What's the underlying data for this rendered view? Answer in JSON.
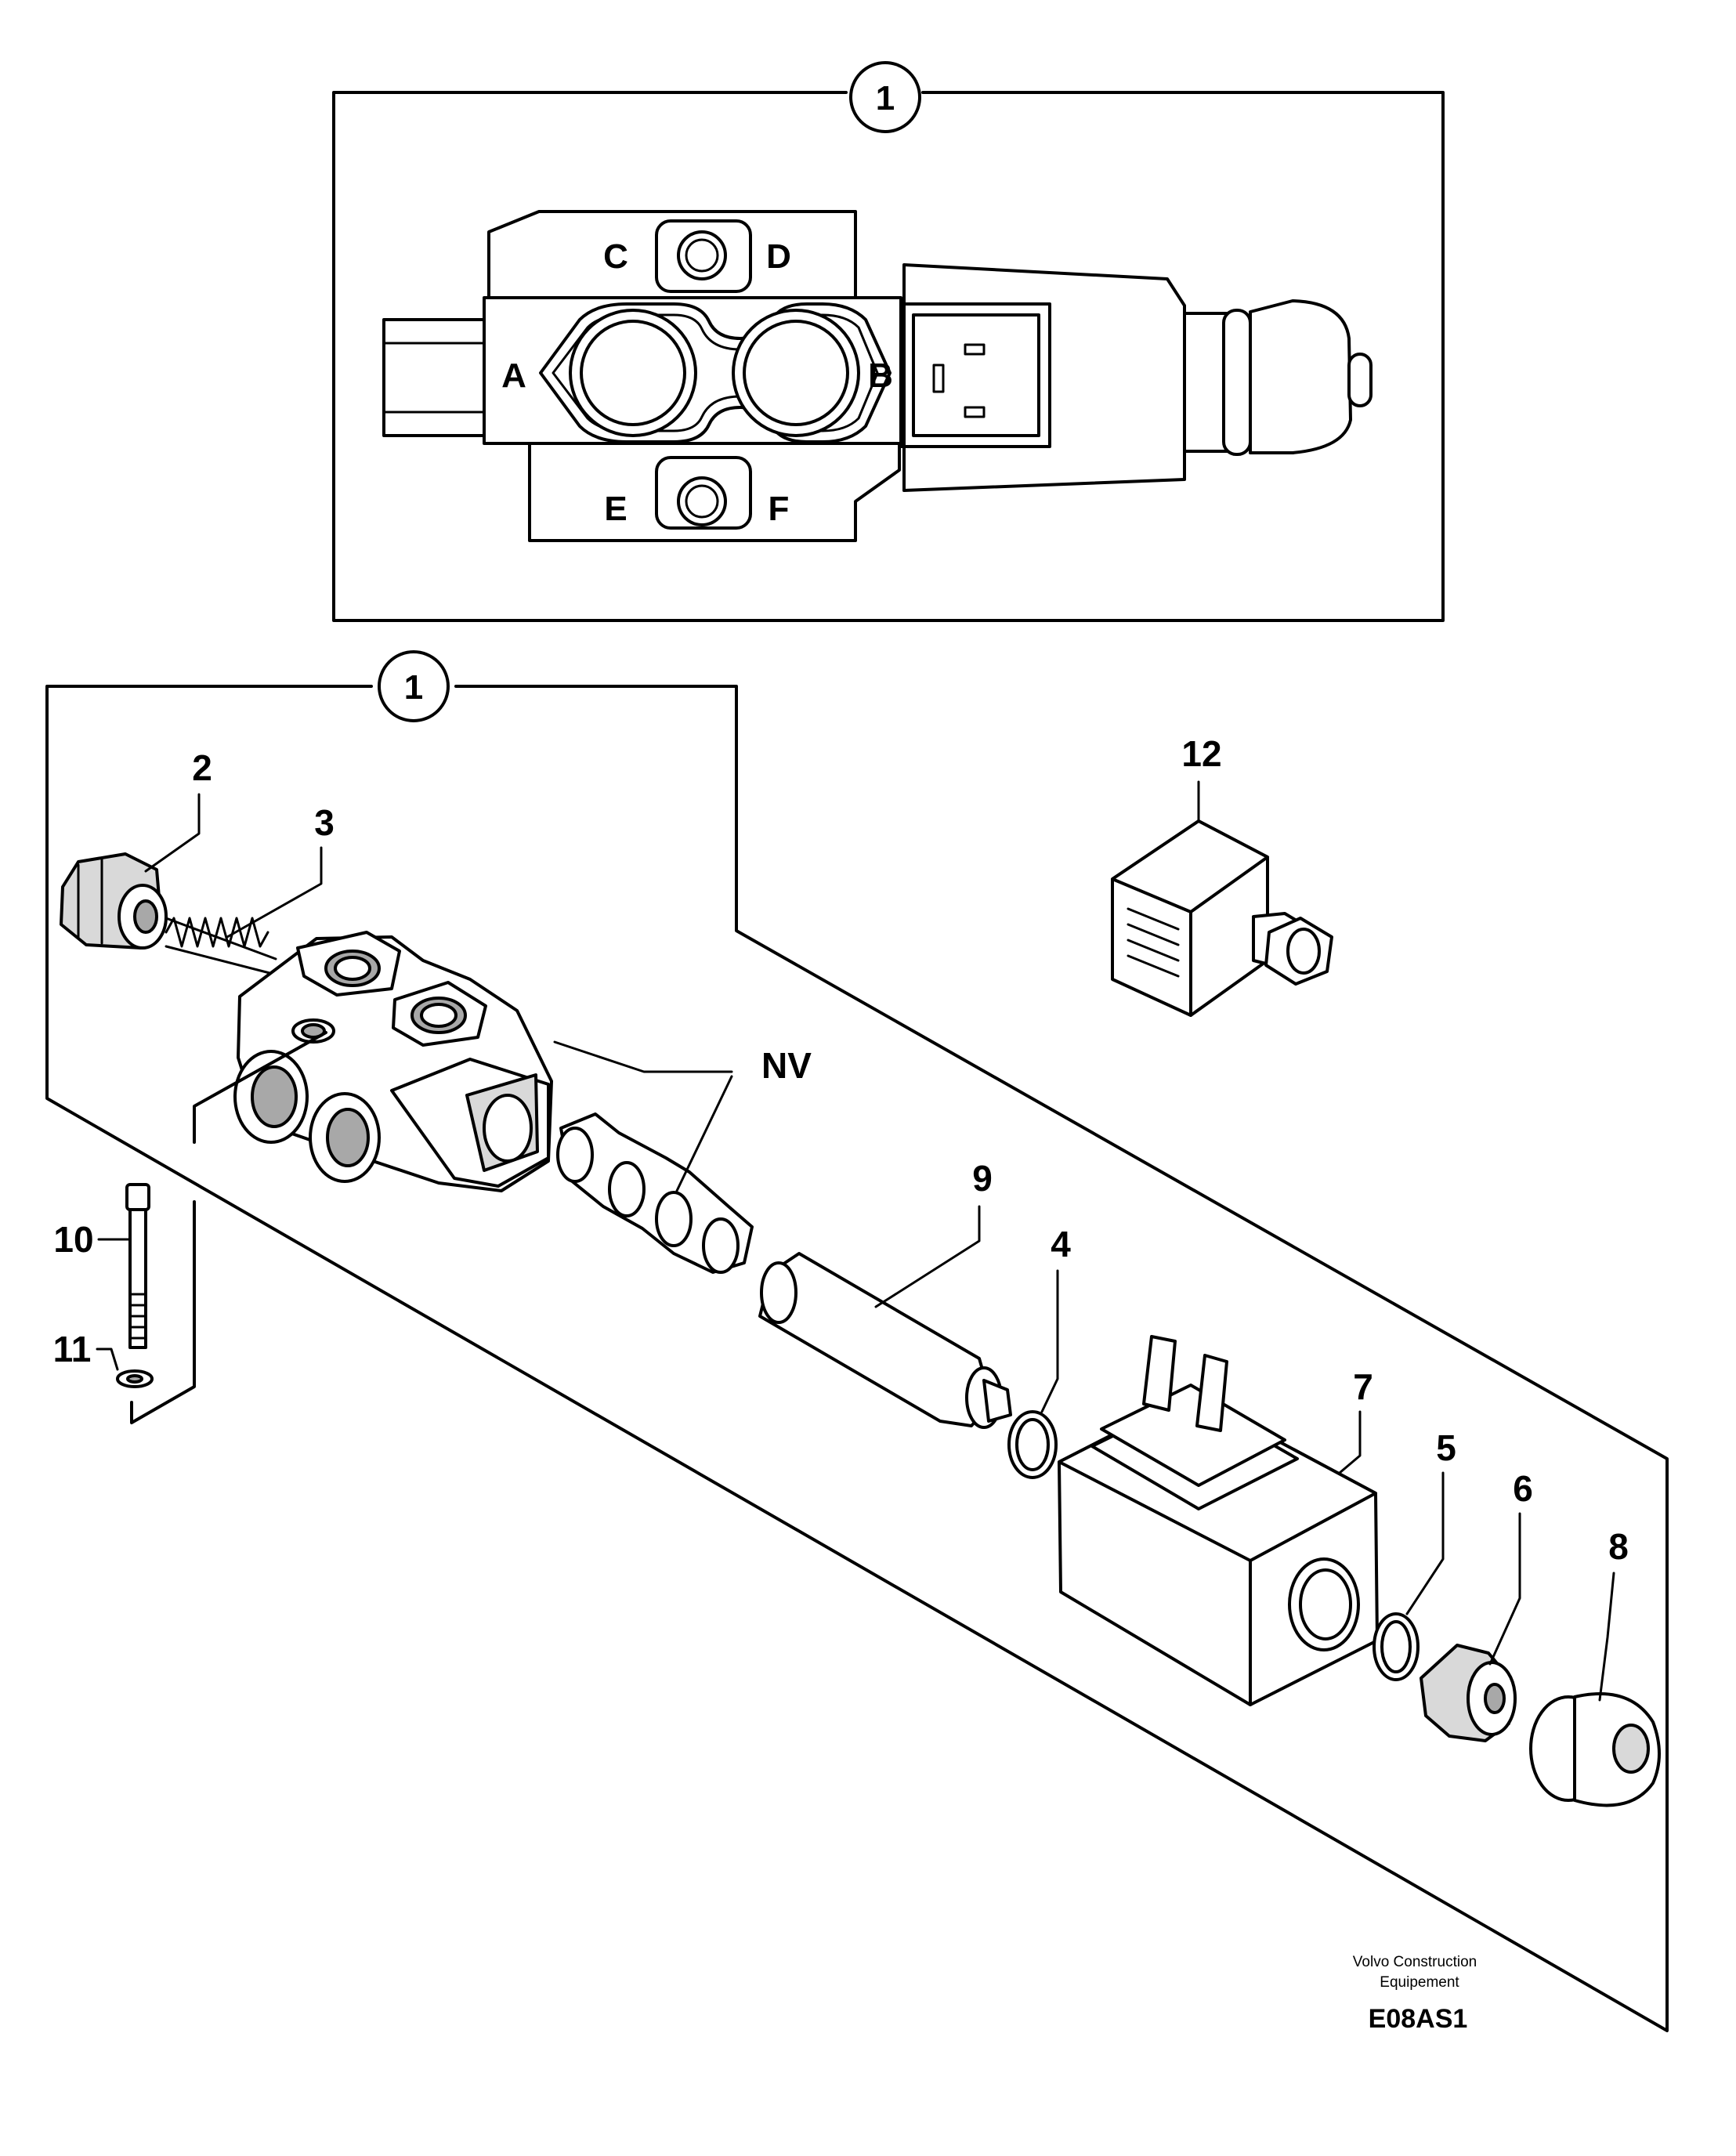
{
  "callouts": {
    "assembly_top": "1",
    "assembly_bottom": "1",
    "part_2": "2",
    "part_3": "3",
    "part_4": "4",
    "part_5": "5",
    "part_6": "6",
    "part_7": "7",
    "part_8": "8",
    "part_9": "9",
    "part_10": "10",
    "part_11": "11",
    "part_12": "12",
    "nv": "NV"
  },
  "ports": {
    "a": "A",
    "b": "B",
    "c": "C",
    "d": "D",
    "e": "E",
    "f": "F"
  },
  "footer": {
    "publisher_line1": "Volvo Construction",
    "publisher_line2": "Equipement",
    "drawing_code": "E08AS1"
  }
}
